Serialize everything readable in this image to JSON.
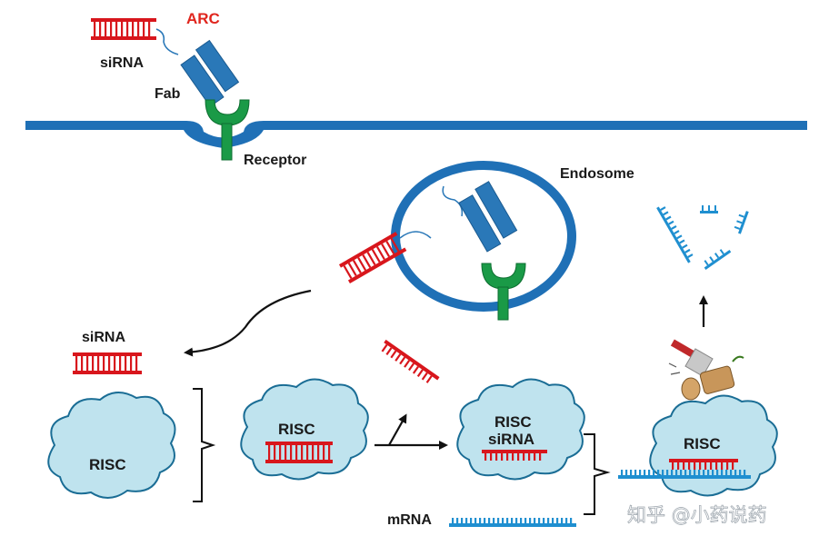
{
  "labels": {
    "arc": "ARC",
    "sirna_top": "siRNA",
    "fab": "Fab",
    "receptor": "Receptor",
    "endosome": "Endosome",
    "sirna_left": "siRNA",
    "risc_free": "RISC",
    "risc_loaded": "RISC",
    "risc_active": "RISC",
    "sirna_active": "siRNA",
    "risc_target": "RISC",
    "mrna": "mRNA",
    "watermark": "知乎 @小药说药"
  },
  "colors": {
    "membrane": "#1f70b6",
    "antibody": "#2a78b8",
    "receptor": "#1a9a47",
    "sirna": "#d8161c",
    "mrna": "#1f8fd0",
    "cloud_fill": "#bfe3ee",
    "cloud_stroke": "#1a6d95",
    "arc_label": "#e0261e",
    "text": "#1a1a1a"
  }
}
